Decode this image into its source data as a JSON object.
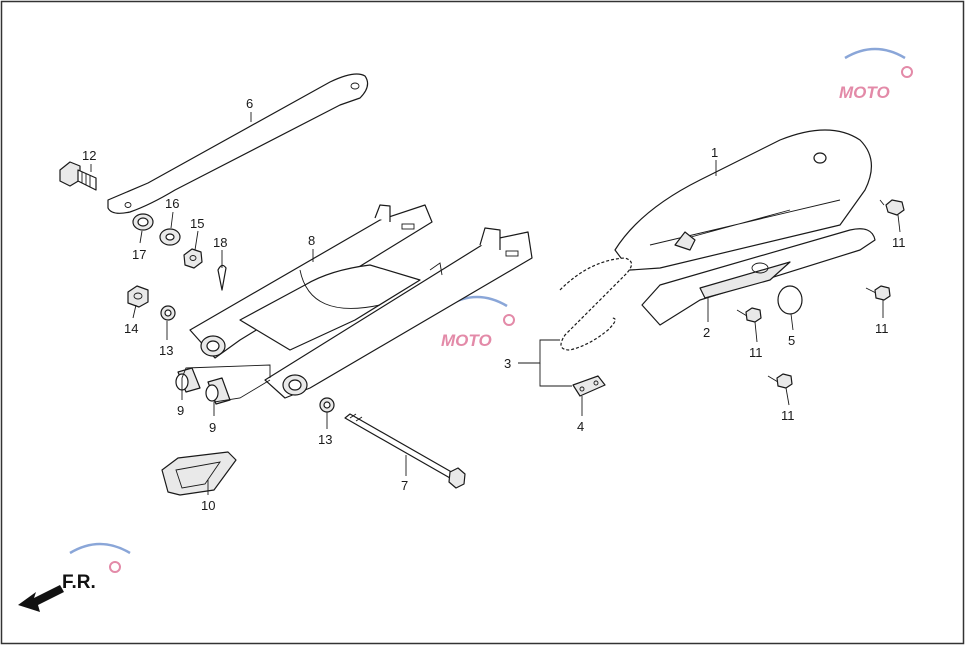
{
  "diagram": {
    "frame_color": "#333333",
    "callout_labels": [
      {
        "id": "c1",
        "text": "1"
      },
      {
        "id": "c2",
        "text": "2"
      },
      {
        "id": "c3",
        "text": "3"
      },
      {
        "id": "c4",
        "text": "4"
      },
      {
        "id": "c5",
        "text": "5"
      },
      {
        "id": "c6",
        "text": "6"
      },
      {
        "id": "c7",
        "text": "7"
      },
      {
        "id": "c8",
        "text": "8"
      },
      {
        "id": "c9a",
        "text": "9"
      },
      {
        "id": "c9b",
        "text": "9"
      },
      {
        "id": "c10",
        "text": "10"
      },
      {
        "id": "c11a",
        "text": "11"
      },
      {
        "id": "c11b",
        "text": "11"
      },
      {
        "id": "c11c",
        "text": "11"
      },
      {
        "id": "c11d",
        "text": "11"
      },
      {
        "id": "c12",
        "text": "12"
      },
      {
        "id": "c13a",
        "text": "13"
      },
      {
        "id": "c13b",
        "text": "13"
      },
      {
        "id": "c14",
        "text": "14"
      },
      {
        "id": "c15",
        "text": "15"
      },
      {
        "id": "c16",
        "text": "16"
      },
      {
        "id": "c17",
        "text": "17"
      },
      {
        "id": "c18",
        "text": "18"
      }
    ],
    "direction_label": "F.R.",
    "watermark_text": "MOTO",
    "watermark_colors": {
      "pink": "#e38aa8",
      "blue": "#8aa6d8",
      "grey": "#b8b8b8"
    }
  }
}
